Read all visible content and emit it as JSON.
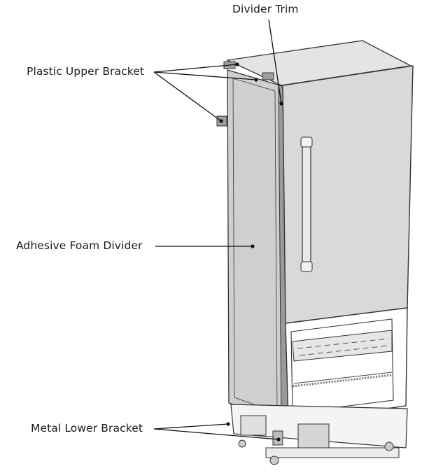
{
  "callouts": {
    "divider_trim": "Divider Trim",
    "plastic_upper_bracket": "Plastic Upper Bracket",
    "adhesive_foam_divider": "Adhesive Foam Divider",
    "metal_lower_bracket": "Metal Lower Bracket"
  },
  "colors": {
    "outline": "#333333",
    "panel_fill": "#cfcfcf",
    "door_fill": "#d9d9d9",
    "shadow_fill": "#b9b9b9",
    "background": "#ffffff"
  }
}
